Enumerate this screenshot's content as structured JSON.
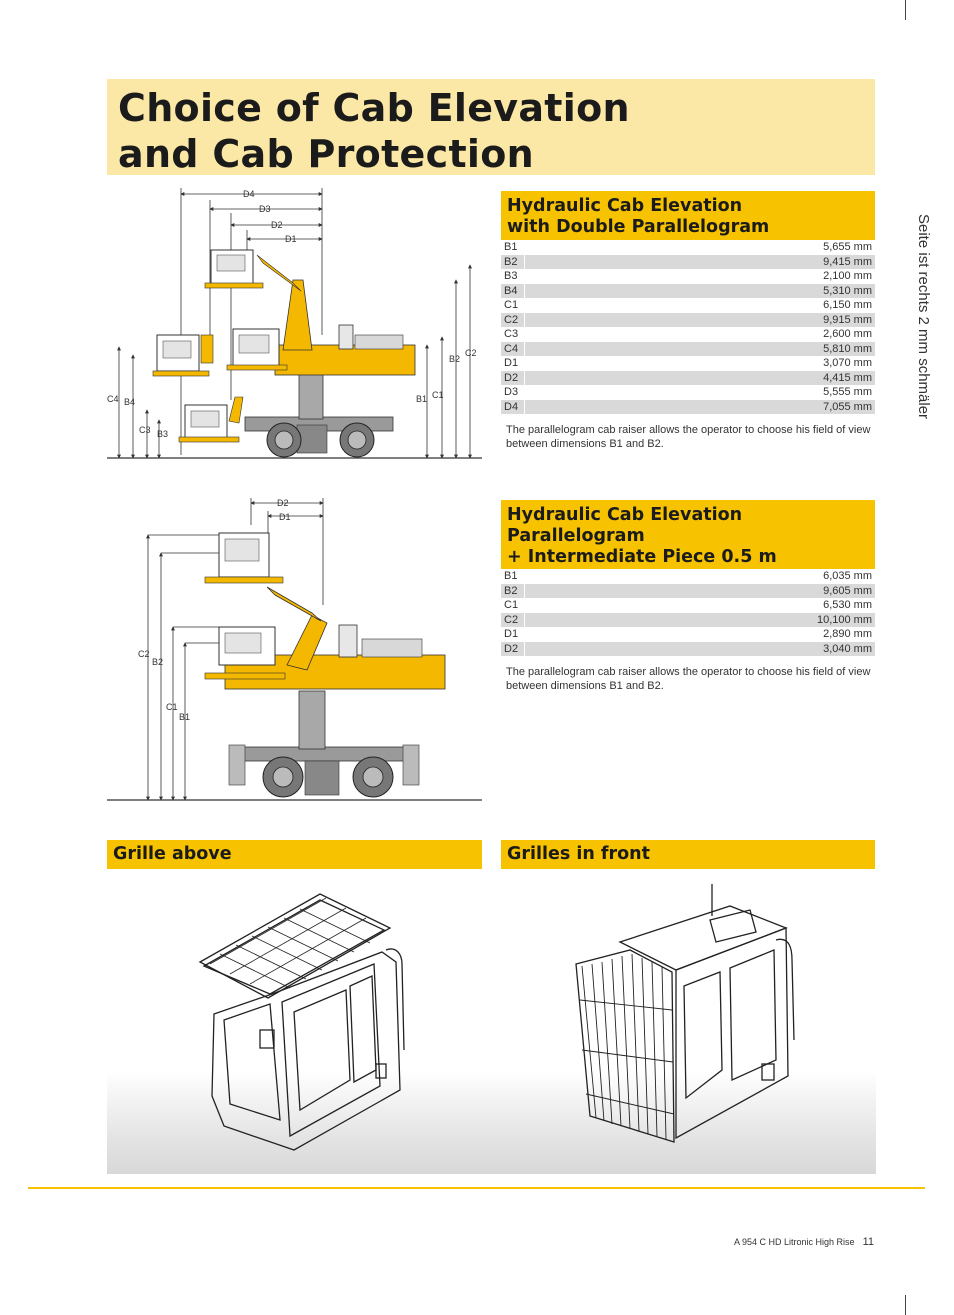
{
  "title": {
    "line1": "Choice of Cab Elevation",
    "line2": "and Cab Protection"
  },
  "side_note": "Seite ist rechts 2 mm schmäler",
  "section1": {
    "heading_line1": "Hydraulic Cab Elevation",
    "heading_line2": "with Double Parallelogram",
    "rows": [
      {
        "label": "B1",
        "value": "5,655 mm"
      },
      {
        "label": "B2",
        "value": "9,415 mm"
      },
      {
        "label": "B3",
        "value": "2,100 mm"
      },
      {
        "label": "B4",
        "value": "5,310 mm"
      },
      {
        "label": "C1",
        "value": "6,150 mm"
      },
      {
        "label": "C2",
        "value": "9,915 mm"
      },
      {
        "label": "C3",
        "value": "2,600 mm"
      },
      {
        "label": "C4",
        "value": "5,810 mm"
      },
      {
        "label": "D1",
        "value": "3,070 mm"
      },
      {
        "label": "D2",
        "value": "4,415 mm"
      },
      {
        "label": "D3",
        "value": "5,555 mm"
      },
      {
        "label": "D4",
        "value": "7,055 mm"
      }
    ],
    "note": "The parallelogram cab raiser allows the operator to choose his field of view between dimensions B1 and B2."
  },
  "section2": {
    "heading_line1": "Hydraulic Cab Elevation",
    "heading_line2": "Parallelogram",
    "heading_line3": "+ Intermediate Piece 0.5 m",
    "rows": [
      {
        "label": "B1",
        "value": "6,035 mm"
      },
      {
        "label": "B2",
        "value": "9,605 mm"
      },
      {
        "label": "C1",
        "value": "6,530 mm"
      },
      {
        "label": "C2",
        "value": "10,100 mm"
      },
      {
        "label": "D1",
        "value": "2,890 mm"
      },
      {
        "label": "D2",
        "value": "3,040 mm"
      }
    ],
    "note": "The parallelogram cab raiser allows the operator to choose his field of view between dimensions B1 and B2."
  },
  "diagram1": {
    "labels": {
      "d1": "D1",
      "d2": "D2",
      "d3": "D3",
      "d4": "D4",
      "b1": "B1",
      "b2": "B2",
      "b3": "B3",
      "b4": "B4",
      "c1": "C1",
      "c2": "C2",
      "c3": "C3",
      "c4": "C4"
    }
  },
  "diagram2": {
    "labels": {
      "d1": "D1",
      "d2": "D2",
      "b1": "B1",
      "b2": "B2",
      "c1": "C1",
      "c2": "C2"
    }
  },
  "grille_above": {
    "heading": "Grille above"
  },
  "grilles_front": {
    "heading": "Grilles in front"
  },
  "footer": {
    "model": "A 954 C HD Litronic High Rise",
    "page": "11"
  },
  "colors": {
    "accent": "#f7c200",
    "title_bg": "#fbe8a6",
    "machine_yellow": "#f5b800"
  }
}
